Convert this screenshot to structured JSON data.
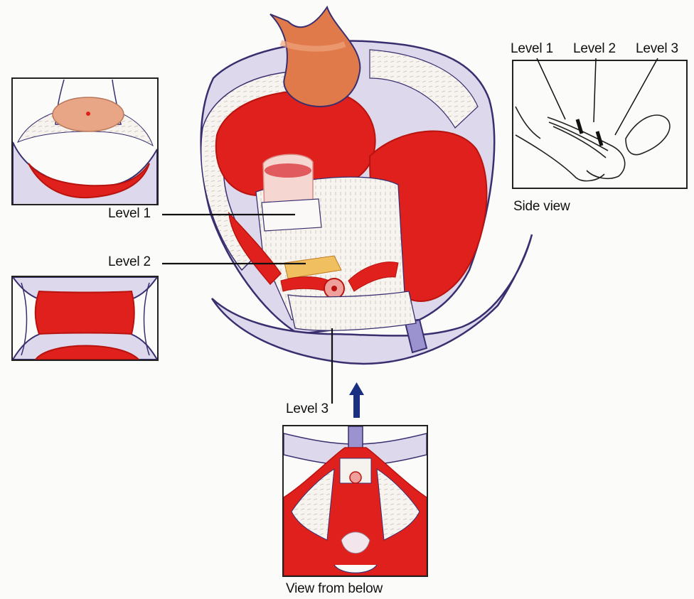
{
  "colors": {
    "muscle_red": "#e0201c",
    "dark_red": "#b8140f",
    "tissue_lavender": "#ded9ec",
    "outline_purple": "#3a2f6e",
    "fascia_white": "#f6f2ee",
    "rectum_orange": "#e0774a",
    "arrow_blue": "#1a2f82"
  },
  "labels": {
    "level1": "Level 1",
    "level2": "Level 2",
    "level3": "Level 3",
    "side_level1": "Level 1",
    "side_level2": "Level 2",
    "side_level3": "Level 3",
    "side_view": "Side view",
    "view_from_below": "View from below"
  },
  "icons": {
    "view_direction": "up-arrow-icon"
  }
}
